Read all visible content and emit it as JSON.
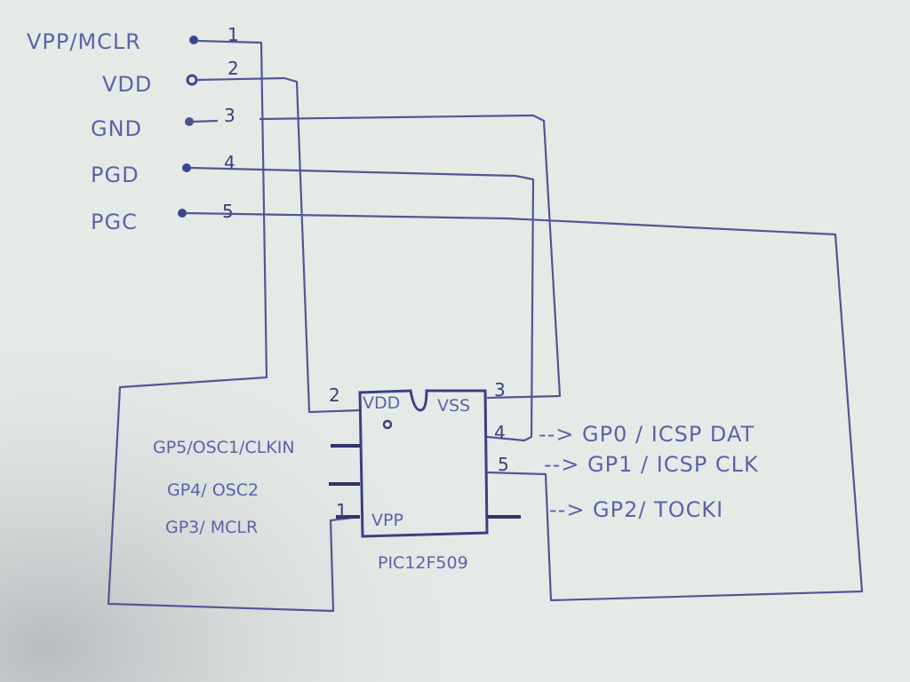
{
  "header": {
    "pins": [
      {
        "label": "VPP/MCLR",
        "number": "1"
      },
      {
        "label": "VDD",
        "number": "2"
      },
      {
        "label": "GND",
        "number": "3"
      },
      {
        "label": "PGD",
        "number": "4"
      },
      {
        "label": "PGC",
        "number": "5"
      }
    ]
  },
  "chip": {
    "name": "PIC12F509",
    "inner_labels": {
      "vdd": "VDD",
      "vss": "VSS",
      "vpp": "VPP"
    },
    "pin_numbers": {
      "p1": "1",
      "p2": "2",
      "p3": "3",
      "p4": "4",
      "p5": "5"
    },
    "left_labels": [
      "GP5/OSC1/CLKIN",
      "GP4/ OSC2",
      "GP3/ MCLR"
    ],
    "right_labels": [
      "--> GP0 / ICSP DAT",
      "--> GP1 / ICSP CLK",
      "--> GP2/ TOCKI"
    ]
  },
  "colors": {
    "ink": "#4f5796",
    "paper": "#e6eae7"
  }
}
